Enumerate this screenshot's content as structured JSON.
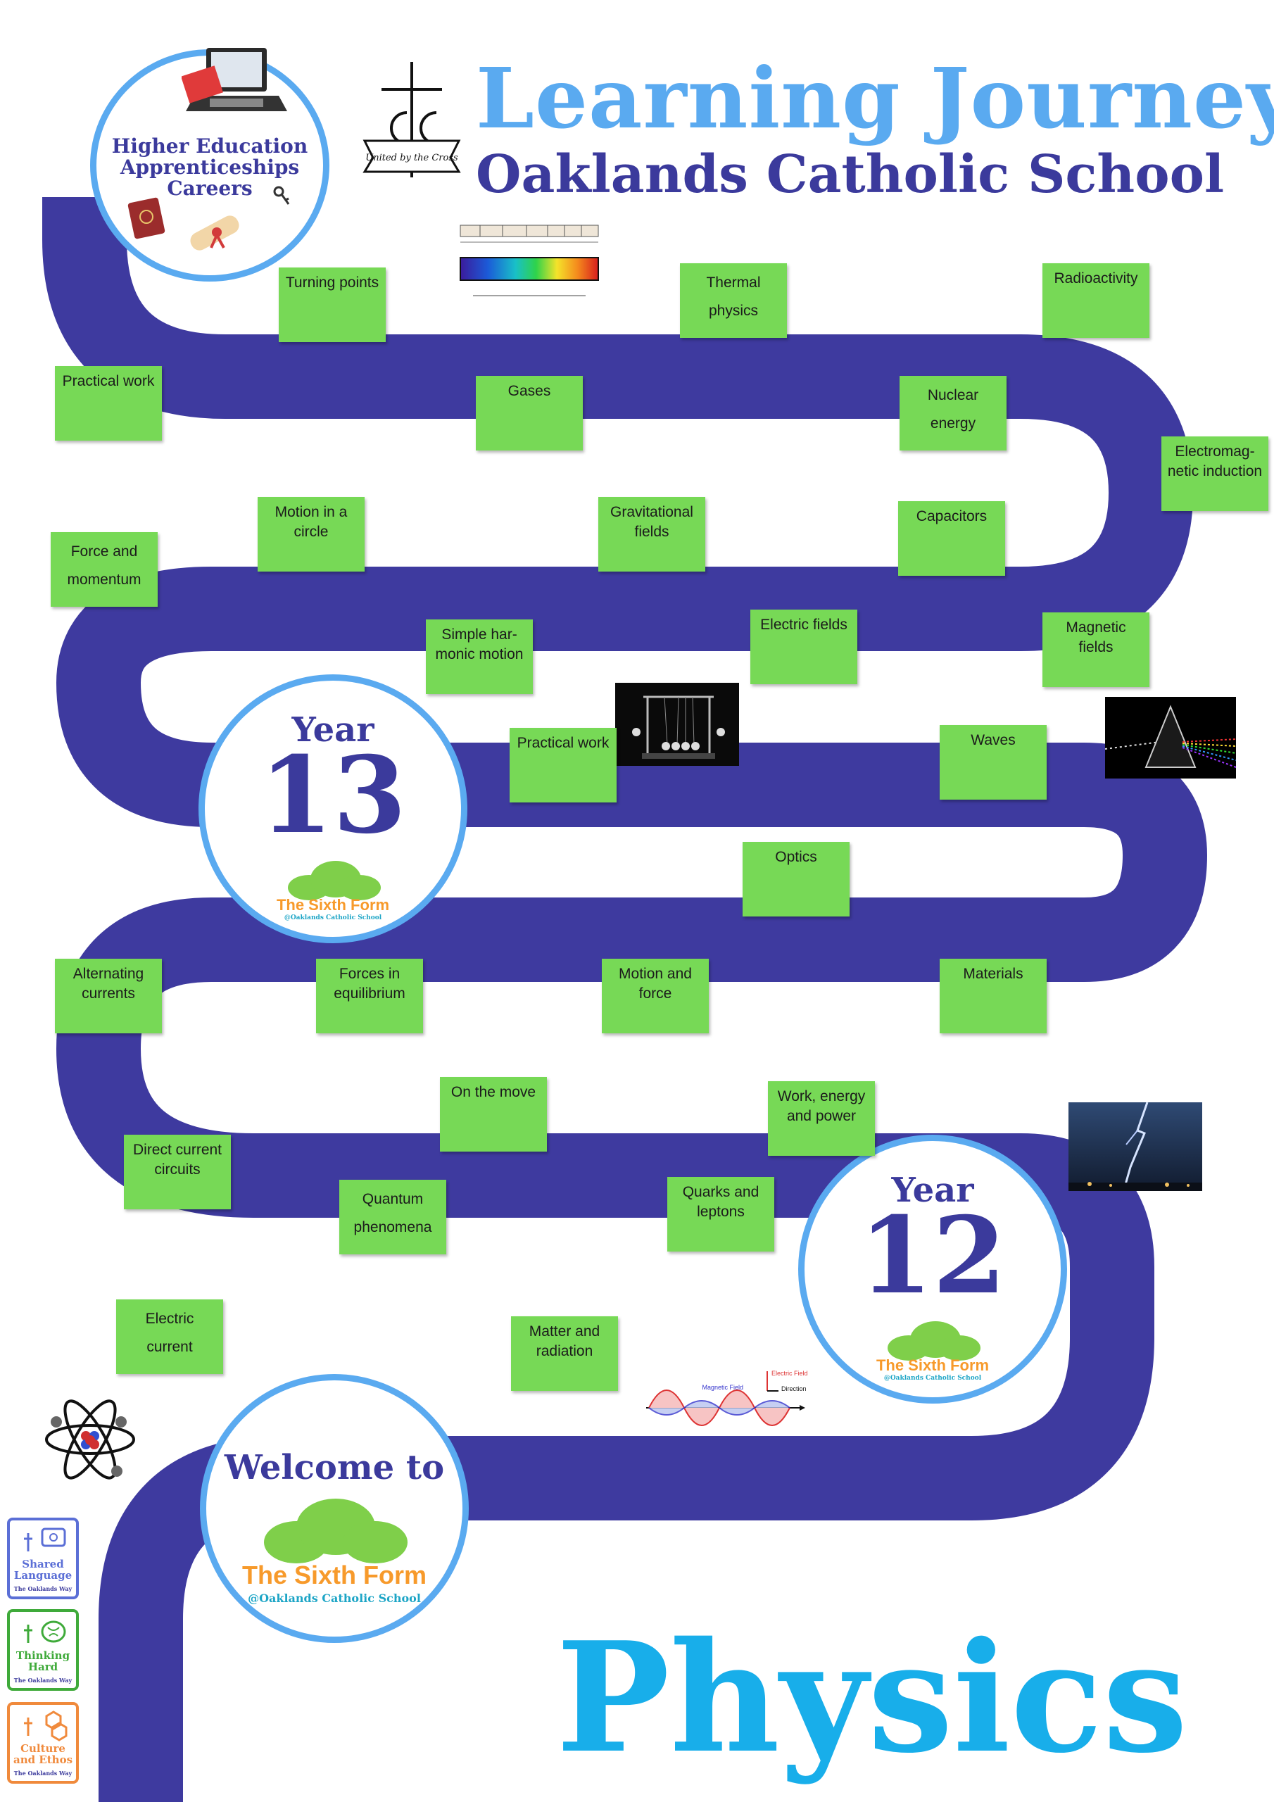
{
  "header": {
    "title": "Learning Journey",
    "school": "Oaklands Catholic School",
    "motto": "United by the Cross"
  },
  "footer": {
    "subject": "Physics"
  },
  "careers_circle": {
    "line1": "Higher Education",
    "line2": "Apprenticeships",
    "line3": "Careers"
  },
  "year13": {
    "label": "Year",
    "number": "13",
    "sixth_form": "The Sixth Form",
    "sixth_form_sub": "@Oaklands Catholic School"
  },
  "year12": {
    "label": "Year",
    "number": "12",
    "sixth_form": "The Sixth Form",
    "sixth_form_sub": "@Oaklands Catholic School"
  },
  "welcome": {
    "label": "Welcome to",
    "sixth_form": "The Sixth Form",
    "sixth_form_sub": "@Oaklands Catholic School"
  },
  "topics": {
    "turning_points": "Turning points",
    "thermal_physics_1": "Thermal",
    "thermal_physics_2": "physics",
    "radioactivity": "Radioactivity",
    "practical_work_y13": "Practical work",
    "gases": "Gases",
    "nuclear_energy_1": "Nuclear",
    "nuclear_energy_2": "energy",
    "em_induction_1": "Electromag-",
    "em_induction_2": "netic induction",
    "motion_circle_1": "Motion in a",
    "motion_circle_2": "circle",
    "gravitational_1": "Gravitational",
    "gravitational_2": "fields",
    "capacitors": "Capacitors",
    "force_momentum_1": "Force and",
    "force_momentum_2": "momentum",
    "shm_1": "Simple har-",
    "shm_2": "monic motion",
    "electric_fields": "Electric fields",
    "magnetic_fields_1": "Magnetic",
    "magnetic_fields_2": "fields",
    "practical_work_y12": "Practical work",
    "waves": "Waves",
    "optics": "Optics",
    "alternating_1": "Alternating",
    "alternating_2": "currents",
    "forces_eq_1": "Forces in",
    "forces_eq_2": "equilibrium",
    "motion_force_1": "Motion and",
    "motion_force_2": "force",
    "materials": "Materials",
    "on_the_move": "On the move",
    "work_energy_1": "Work, energy",
    "work_energy_2": "and power",
    "dc_circuits_1": "Direct current",
    "dc_circuits_2": "circuits",
    "quantum_1": "Quantum",
    "quantum_2": "phenomena",
    "quarks_1": "Quarks and",
    "quarks_2": "leptons",
    "electric_current_1": "Electric",
    "electric_current_2": "current",
    "matter_radiation_1": "Matter and",
    "matter_radiation_2": "radiation"
  },
  "em_wave_diagram": {
    "electric_field": "Electric Field",
    "magnetic_field": "Magnetic Field",
    "direction": "Direction"
  },
  "badges": [
    {
      "title1": "Shared",
      "title2": "Language",
      "sub": "The Oaklands Way",
      "color": "#5b6fd6"
    },
    {
      "title1": "Thinking",
      "title2": "Hard",
      "sub": "The Oaklands Way",
      "color": "#3faa3a"
    },
    {
      "title1": "Culture",
      "title2": "and Ethos",
      "sub": "The Oaklands Way",
      "color": "#f08a3c"
    }
  ],
  "colors": {
    "road": "#3e3a9f",
    "title_blue": "#5aaaf0",
    "navy": "#3b3a9c",
    "note_green": "#77d956",
    "physics_blue": "#18aeea",
    "sixth_form_orange": "#f79a2b"
  }
}
